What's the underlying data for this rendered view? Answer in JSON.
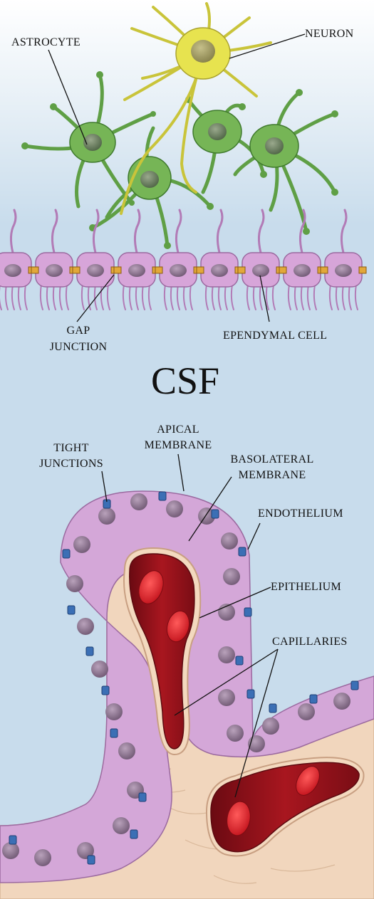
{
  "labels": {
    "astrocyte": "ASTROCYTE",
    "neuron": "NEURON",
    "gap_junction_1": "GAP",
    "gap_junction_2": "JUNCTION",
    "ependymal_cell": "EPENDYMAL CELL",
    "csf": "CSF",
    "apical_membrane_1": "APICAL",
    "apical_membrane_2": "MEMBRANE",
    "tight_junctions_1": "TIGHT",
    "tight_junctions_2": "JUNCTIONS",
    "basolateral_membrane_1": "BASOLATERAL",
    "basolateral_membrane_2": "MEMBRANE",
    "endothelium": "ENDOTHELIUM",
    "epithelium": "EPITHELIUM",
    "capillaries": "CAPILLARIES"
  },
  "colors": {
    "background": "#c8dcec",
    "neuron": "#e4e04a",
    "astrocyte": "#6fae4e",
    "ependymal": "#d7a5d9",
    "gap_junction": "#e2a83a",
    "epithelium": "#cfa0d3",
    "tight_junction": "#3b6fb5",
    "stroma": "#f3d9bf",
    "capillary": "#9c1420",
    "red_blood_cell": "#e0232c"
  }
}
